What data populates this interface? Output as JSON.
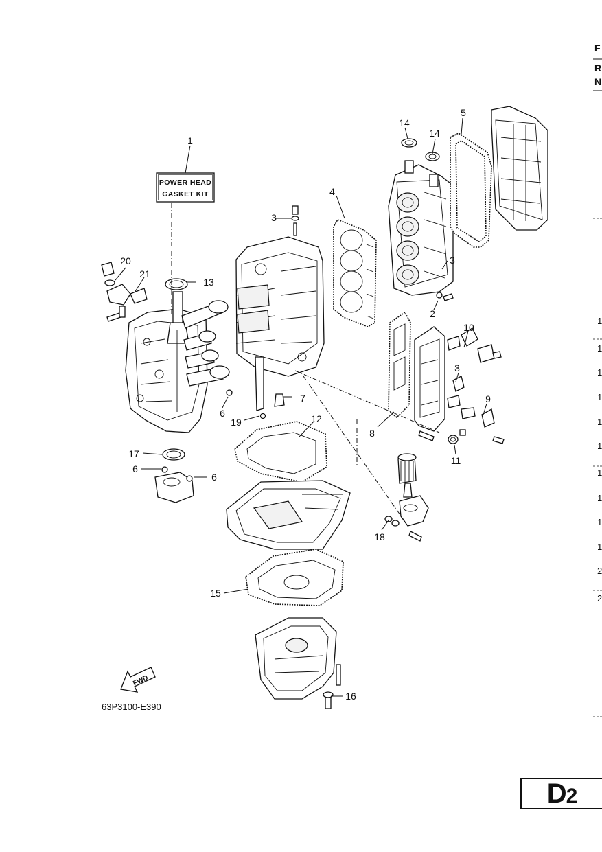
{
  "diagram": {
    "kit_label_line1": "POWER HEAD",
    "kit_label_line2": "GASKET KIT",
    "reference_code": "63P3100-E390",
    "fwd_label": "FWD",
    "page_id_letter": "D",
    "page_id_number": "2",
    "callouts": [
      {
        "id": "c1",
        "text": "1"
      },
      {
        "id": "c2",
        "text": "2"
      },
      {
        "id": "c3a",
        "text": "3"
      },
      {
        "id": "c3b",
        "text": "3"
      },
      {
        "id": "c3c",
        "text": "3"
      },
      {
        "id": "c4",
        "text": "4"
      },
      {
        "id": "c5",
        "text": "5"
      },
      {
        "id": "c6a",
        "text": "6"
      },
      {
        "id": "c6b",
        "text": "6"
      },
      {
        "id": "c6c",
        "text": "6"
      },
      {
        "id": "c7",
        "text": "7"
      },
      {
        "id": "c8",
        "text": "8"
      },
      {
        "id": "c9",
        "text": "9"
      },
      {
        "id": "c10",
        "text": "10"
      },
      {
        "id": "c11",
        "text": "11"
      },
      {
        "id": "c12",
        "text": "12"
      },
      {
        "id": "c13",
        "text": "13"
      },
      {
        "id": "c14a",
        "text": "14"
      },
      {
        "id": "c14b",
        "text": "14"
      },
      {
        "id": "c15",
        "text": "15"
      },
      {
        "id": "c16",
        "text": "16"
      },
      {
        "id": "c17",
        "text": "17"
      },
      {
        "id": "c18",
        "text": "18"
      },
      {
        "id": "c19",
        "text": "19"
      },
      {
        "id": "c20",
        "text": "20"
      },
      {
        "id": "c21",
        "text": "21"
      }
    ],
    "right_edge": {
      "header_letters": [
        "F",
        "R",
        "N"
      ],
      "numbers": [
        "1",
        "1",
        "1",
        "1",
        "1",
        "1",
        "1",
        "1",
        "1",
        "1",
        "2",
        "2"
      ]
    }
  }
}
